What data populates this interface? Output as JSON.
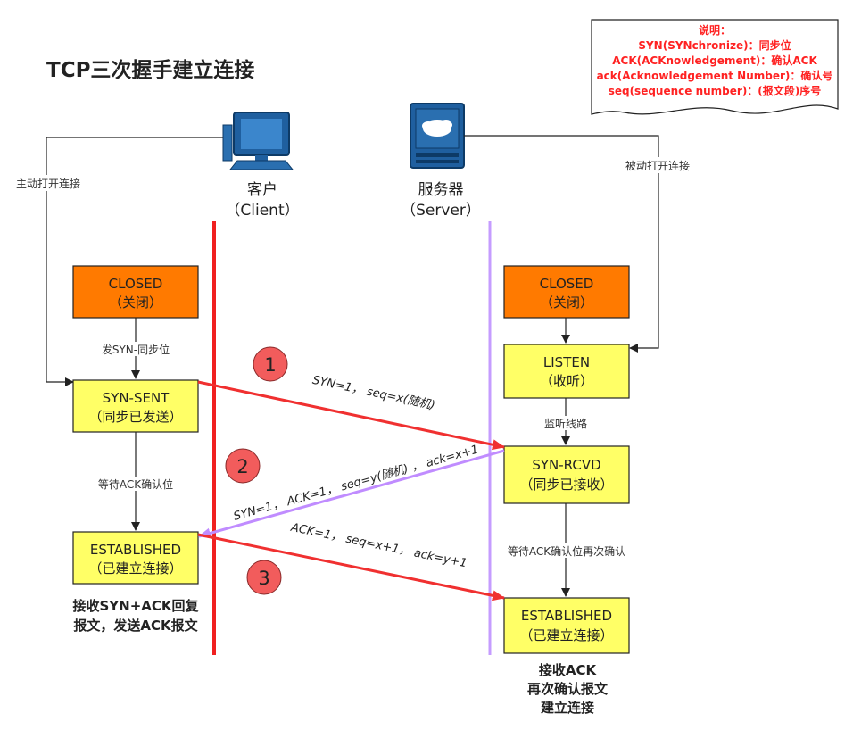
{
  "title": "TCP三次握手建立连接",
  "note": {
    "lines": [
      "说明：",
      "SYN(SYNchronize)：同步位",
      "ACK(ACKnowledgement)：确认ACK",
      "ack(Acknowledgement Number)：确认号",
      "seq(sequence number)：(报文段)序号"
    ]
  },
  "client": {
    "name": "客户",
    "sub": "（Client）",
    "icon": "client-computer-icon"
  },
  "server": {
    "name": "服务器",
    "sub": "（Server）",
    "icon": "server-icon"
  },
  "side_labels": {
    "client_open": "主动打开连接",
    "server_open": "被动打开连接"
  },
  "client_states": [
    {
      "line1": "CLOSED",
      "line2": "（关闭）",
      "color": "#ff7a00"
    },
    {
      "line1": "SYN-SENT",
      "line2": "（同步已发送）",
      "color": "#ffff66"
    },
    {
      "line1": "ESTABLISHED",
      "line2": "（已建立连接）",
      "color": "#ffff66"
    }
  ],
  "server_states": [
    {
      "line1": "CLOSED",
      "line2": "（关闭）",
      "color": "#ff7a00"
    },
    {
      "line1": "LISTEN",
      "line2": "（收听）",
      "color": "#ffff66"
    },
    {
      "line1": "SYN-RCVD",
      "line2": "（同步已接收）",
      "color": "#ffff66"
    },
    {
      "line1": "ESTABLISHED",
      "line2": "（已建立连接）",
      "color": "#ffff66"
    }
  ],
  "client_edge_labels": [
    "发SYN-同步位",
    "等待ACK确认位"
  ],
  "server_edge_labels": [
    "监听线路",
    "等待ACK确认位再次确认"
  ],
  "messages": [
    {
      "num": "1",
      "label": "SYN=1，  seq=x(随机)",
      "color": "#f03030"
    },
    {
      "num": "2",
      "label": "SYN=1， ACK=1， seq=y(随机) ， ack=x+1",
      "color": "#c08cff"
    },
    {
      "num": "3",
      "label": "ACK=1，  seq=x+1，  ack=y+1",
      "color": "#f03030"
    }
  ],
  "captions": {
    "client": [
      "接收SYN+ACK回复",
      "报文，发送ACK报文"
    ],
    "server": [
      "接收ACK",
      "再次确认报文",
      "建立连接"
    ]
  },
  "colors": {
    "client_line": "#f02020",
    "server_line": "#c59cff",
    "box_border": "#222222",
    "step_circle": "#f25c5c",
    "note_text": "#ff2222"
  }
}
